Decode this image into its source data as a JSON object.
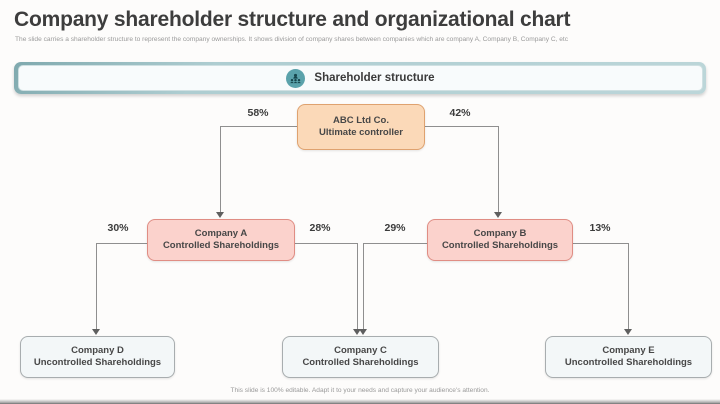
{
  "slide": {
    "title": "Company shareholder structure and organizational chart",
    "subtitle": "The slide carries a shareholder structure to represent the company ownerships. It shows division of company shares between companies which are company A, Company B, Company C, etc",
    "footer": "This slide is 100% editable. Adapt it to your needs and capture your audience's attention."
  },
  "banner": {
    "label": "Shareholder structure",
    "icon": "people-group-icon"
  },
  "org_chart": {
    "nodes": [
      {
        "id": "abc",
        "line1": "ABC Ltd Co.",
        "line2": "Ultimate controller",
        "style": "orange"
      },
      {
        "id": "company_a",
        "line1": "Company A",
        "line2": "Controlled Shareholdings",
        "style": "pink"
      },
      {
        "id": "company_b",
        "line1": "Company B",
        "line2": "Controlled Shareholdings",
        "style": "pink"
      },
      {
        "id": "company_d",
        "line1": "Company D",
        "line2": "Uncontrolled Shareholdings",
        "style": "gray"
      },
      {
        "id": "company_c",
        "line1": "Company C",
        "line2": "Controlled Shareholdings",
        "style": "gray"
      },
      {
        "id": "company_e",
        "line1": "Company E",
        "line2": "Uncontrolled Shareholdings",
        "style": "gray"
      }
    ],
    "edges": [
      {
        "from": "abc",
        "to": "company_a",
        "label": "58%"
      },
      {
        "from": "abc",
        "to": "company_b",
        "label": "42%"
      },
      {
        "from": "company_a",
        "to": "company_d",
        "label": "30%"
      },
      {
        "from": "company_a",
        "to": "company_c",
        "label": "28%"
      },
      {
        "from": "company_b",
        "to": "company_c",
        "label": "29%"
      },
      {
        "from": "company_b",
        "to": "company_e",
        "label": "13%"
      }
    ]
  },
  "colors": {
    "accent_teal": "#5aa2ab",
    "banner_fill": "#f8fbfc",
    "orange_fill": "#fbd9b8",
    "orange_border": "#dfa26f",
    "pink_fill": "#fbd2cc",
    "pink_border": "#e08d84",
    "gray_fill": "#f3f7f8",
    "gray_border": "#a8adaf",
    "connector_line": "#8f8f8f",
    "text_dark": "#3d3d3d",
    "text_muted": "#9a9a9a"
  }
}
